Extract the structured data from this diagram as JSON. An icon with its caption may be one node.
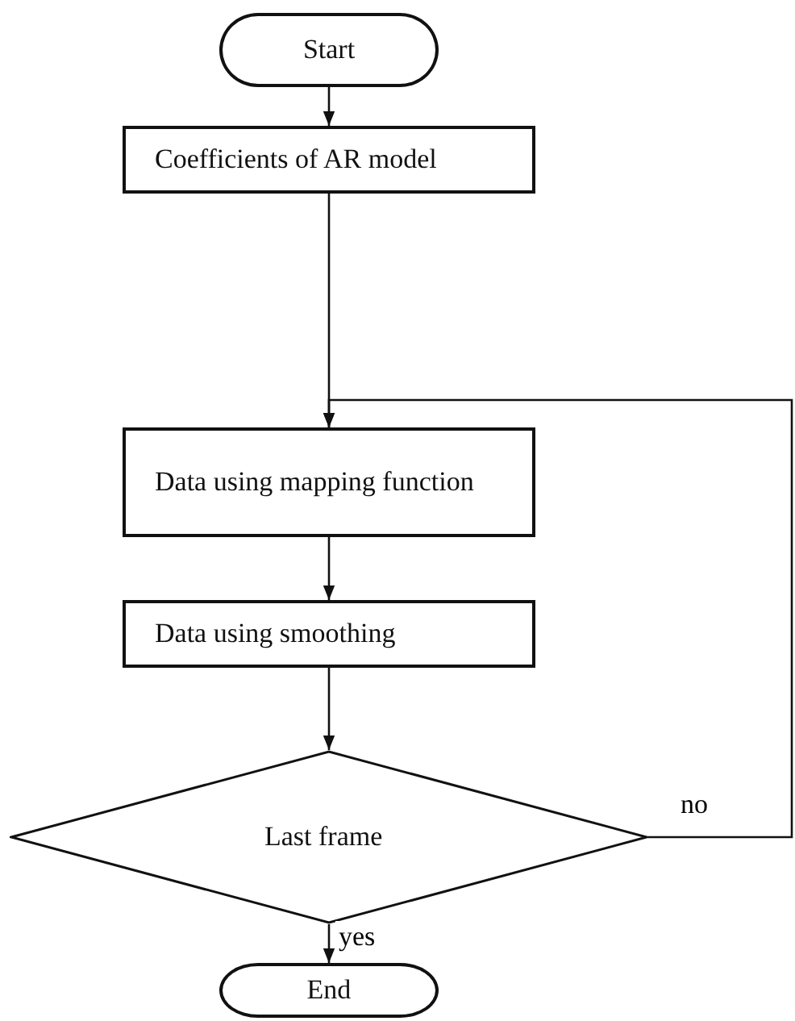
{
  "diagram": {
    "nodes": [
      {
        "text": [
          "Start"
        ]
      },
      {
        "text": [
          "Coefficients of AR model"
        ]
      },
      {
        "text": [
          "Data using mapping function"
        ]
      },
      {
        "text": [
          "Data using smoothing"
        ]
      },
      {
        "text": [
          "Last frame"
        ]
      },
      {
        "text": [
          "End"
        ]
      }
    ],
    "edges": [
      {
        "from": 0,
        "to": 1,
        "arrow": "to"
      },
      {
        "from": 1,
        "to": 2,
        "arrow": "to"
      },
      {
        "from": 2,
        "to": 3,
        "arrow": "to"
      },
      {
        "from": 3,
        "to": 4,
        "arrow": "to"
      },
      {
        "from": 4,
        "to": 2,
        "arrow": "to",
        "label": "no"
      },
      {
        "from": 4,
        "to": 5,
        "arrow": "to",
        "label": "yes"
      }
    ]
  }
}
